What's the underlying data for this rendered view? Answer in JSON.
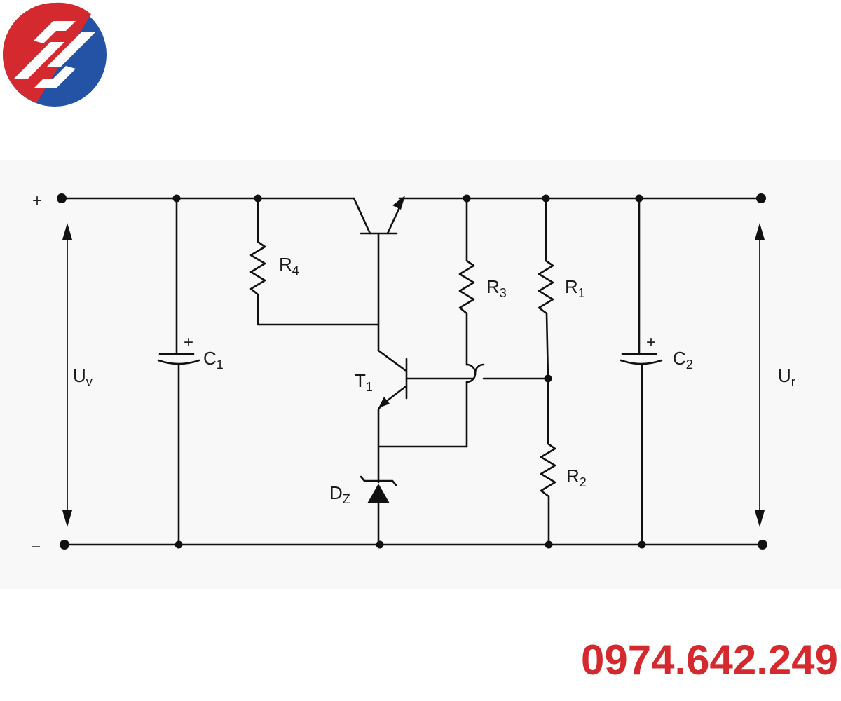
{
  "brand": {
    "colors": {
      "red": "#d42a2f",
      "blue": "#2453a6"
    },
    "phone": "0974.642.249"
  },
  "circuit": {
    "input_plus": "+",
    "input_minus": "−",
    "input_voltage": {
      "main": "U",
      "sub": "v"
    },
    "output_voltage": {
      "main": "U",
      "sub": "r"
    },
    "c1": {
      "main": "C",
      "sub": "1"
    },
    "c2": {
      "main": "C",
      "sub": "2"
    },
    "r1": {
      "main": "R",
      "sub": "1"
    },
    "r2": {
      "main": "R",
      "sub": "2"
    },
    "r3": {
      "main": "R",
      "sub": "3"
    },
    "r4": {
      "main": "R",
      "sub": "4"
    },
    "t1": {
      "main": "T",
      "sub": "1"
    },
    "d2": {
      "main": "D",
      "sub": "Z"
    },
    "cap_polarity": "+"
  }
}
